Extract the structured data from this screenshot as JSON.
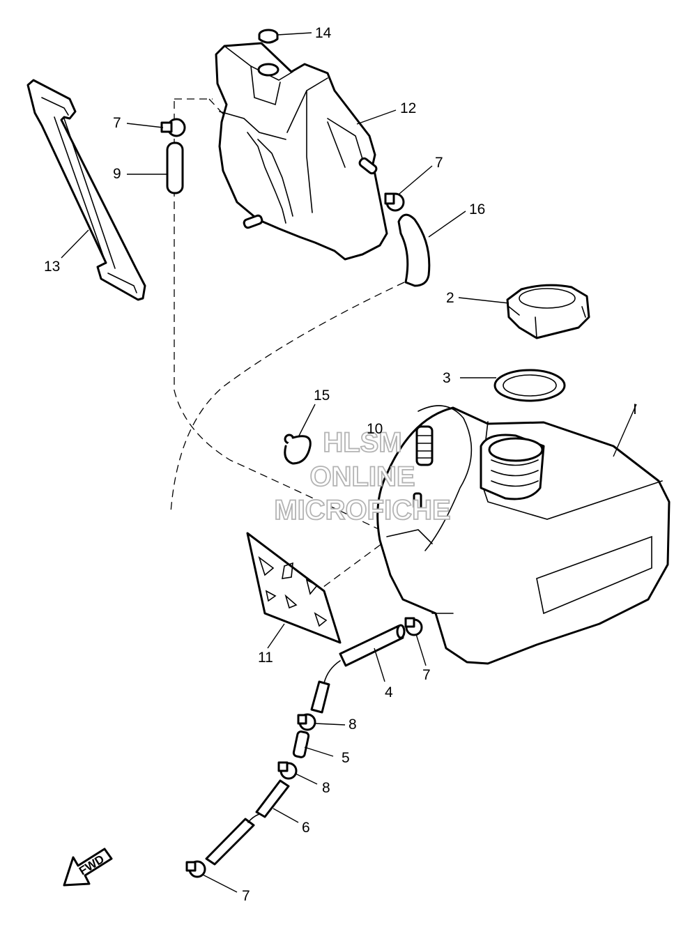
{
  "diagram": {
    "callouts": [
      {
        "id": "c14",
        "label": "14"
      },
      {
        "id": "c12",
        "label": "12"
      },
      {
        "id": "c7a",
        "label": "7"
      },
      {
        "id": "c7b",
        "label": "7"
      },
      {
        "id": "c9",
        "label": "9"
      },
      {
        "id": "c16",
        "label": "16"
      },
      {
        "id": "c13",
        "label": "13"
      },
      {
        "id": "c2",
        "label": "2"
      },
      {
        "id": "c3",
        "label": "3"
      },
      {
        "id": "c15",
        "label": "15"
      },
      {
        "id": "c10",
        "label": "10"
      },
      {
        "id": "c1",
        "label": "I"
      },
      {
        "id": "c11",
        "label": "11"
      },
      {
        "id": "c4",
        "label": "4"
      },
      {
        "id": "c7c",
        "label": "7"
      },
      {
        "id": "c8a",
        "label": "8"
      },
      {
        "id": "c5",
        "label": "5"
      },
      {
        "id": "c8b",
        "label": "8"
      },
      {
        "id": "c6",
        "label": "6"
      },
      {
        "id": "c7d",
        "label": "7"
      }
    ],
    "watermark": {
      "line1": "HLSM",
      "line2": "ONLINE",
      "line3": "MICROFICHE"
    },
    "direction_badge": "FWD",
    "colors": {
      "ink": "#000000",
      "paper": "#ffffff",
      "watermark": "#b3b3b3"
    }
  }
}
